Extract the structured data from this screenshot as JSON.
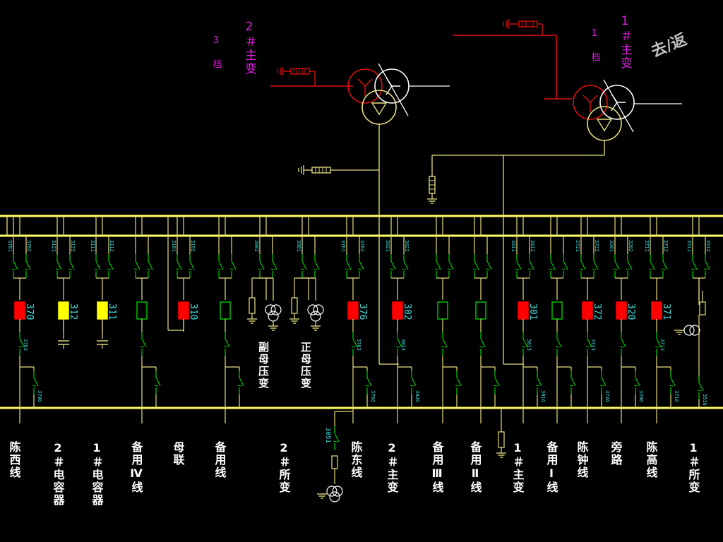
{
  "corner_mark": "去/返",
  "transformers": {
    "t2": {
      "name": "2＃主变",
      "tap": "3 档"
    },
    "t1": {
      "name": "1＃主变",
      "tap": "1 档"
    }
  },
  "bays": [
    {
      "id": "b1",
      "top": [
        "3701",
        "3702"
      ],
      "breaker": "370",
      "color": "#ff0000",
      "mid": "3703",
      "bottom": "3706",
      "label": "陈西线"
    },
    {
      "id": "b2",
      "top": [
        "3121",
        "3122"
      ],
      "breaker": "312",
      "color": "#ffff00",
      "label": "2＃电容器"
    },
    {
      "id": "b3",
      "top": [
        "3111",
        "3112"
      ],
      "breaker": "311",
      "color": "#ffff00",
      "label": "1＃电容器"
    },
    {
      "id": "b4",
      "top": [],
      "breaker": "",
      "color": "#00c000",
      "label": "备用Ⅳ线"
    },
    {
      "id": "b5",
      "top": [
        "3101",
        "3102"
      ],
      "breaker": "310",
      "color": "#ff0000",
      "label": "母联"
    },
    {
      "id": "b6",
      "top": [],
      "breaker": "",
      "color": "#00c000",
      "label": "备用线"
    },
    {
      "id": "b7",
      "top": [
        "3002"
      ],
      "label": "副母压变"
    },
    {
      "id": "b8",
      "top": [
        "3001"
      ],
      "label": "正母压变"
    },
    {
      "id": "b9",
      "top": [
        "3761",
        "3762"
      ],
      "breaker": "376",
      "color": "#ff0000",
      "mid": "3763",
      "bottom": "3766",
      "label": "陈东线",
      "extra": "3051",
      "label2": "2＃所变"
    },
    {
      "id": "b10",
      "top": [
        "3021",
        "3022"
      ],
      "breaker": "302",
      "color": "#ff0000",
      "mid": "3023",
      "bottom": "3026",
      "label": "2＃主变"
    },
    {
      "id": "b11",
      "top": [],
      "breaker": "",
      "color": "#00c000",
      "label": "备用Ⅲ线"
    },
    {
      "id": "b12",
      "top": [],
      "breaker": "",
      "color": "#00c000",
      "label": "备用Ⅱ线"
    },
    {
      "id": "b13",
      "top": [
        "3011",
        "3012"
      ],
      "breaker": "301",
      "color": "#ff0000",
      "mid": "3013",
      "bottom": "3016",
      "label": "1＃主变"
    },
    {
      "id": "b14",
      "top": [],
      "breaker": "",
      "color": "#00c000",
      "label": "备用Ⅰ线"
    },
    {
      "id": "b15",
      "top": [
        "3721",
        "3722"
      ],
      "breaker": "372",
      "color": "#ff0000",
      "mid": "3723",
      "bottom": "3726",
      "label": "陈钟线"
    },
    {
      "id": "b16",
      "top": [
        "3201",
        "3202"
      ],
      "breaker": "320",
      "color": "#ff0000",
      "bottom": "3206",
      "label": "旁路"
    },
    {
      "id": "b17",
      "top": [
        "3711",
        "3712"
      ],
      "breaker": "371",
      "color": "#ff0000",
      "mid": "3713",
      "bottom": "3716",
      "label": "陈高线"
    },
    {
      "id": "b18",
      "top": [
        "3511",
        "3512"
      ],
      "bottom": "3516",
      "label": "1＃所变"
    }
  ]
}
